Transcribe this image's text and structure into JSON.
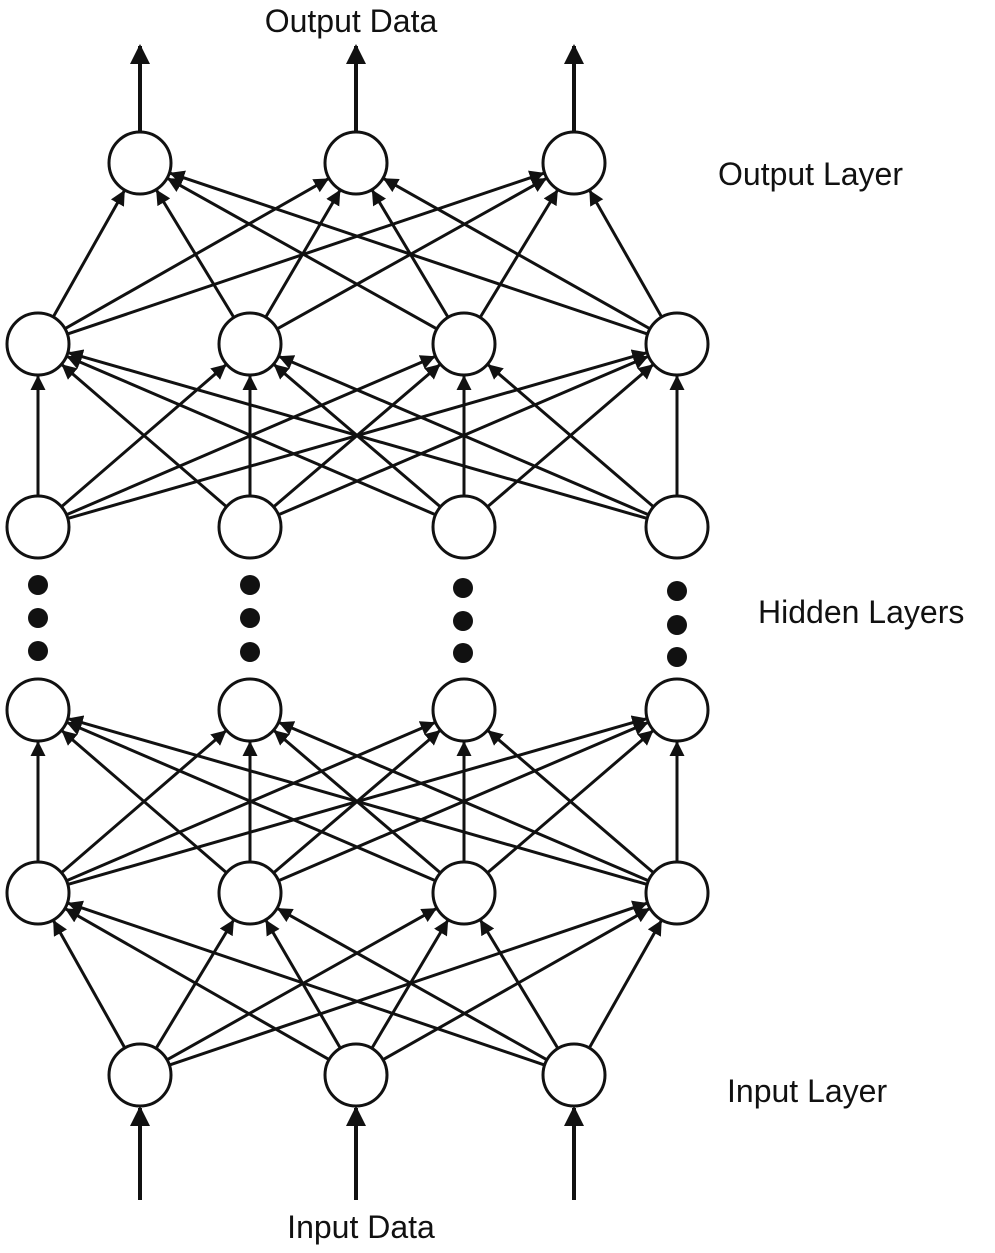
{
  "labels": {
    "output_data": "Output Data",
    "output_layer": "Output Layer",
    "hidden_layers": "Hidden Layers",
    "input_layer": "Input Layer",
    "input_data": "Input Data"
  },
  "network": {
    "layers": [
      {
        "name": "output-layer",
        "node_count": 3
      },
      {
        "name": "hidden-layer-top-2",
        "node_count": 4
      },
      {
        "name": "hidden-layer-top-1",
        "node_count": 4
      },
      {
        "name": "hidden-layer-bottom-2",
        "node_count": 4
      },
      {
        "name": "hidden-layer-bottom-1",
        "node_count": 4
      },
      {
        "name": "input-layer",
        "node_count": 3
      }
    ],
    "fully_connected": true,
    "ellipsis_between_hidden_layers": true
  },
  "colors": {
    "stroke": "#111111",
    "node_fill": "#ffffff",
    "background": "#ffffff"
  }
}
